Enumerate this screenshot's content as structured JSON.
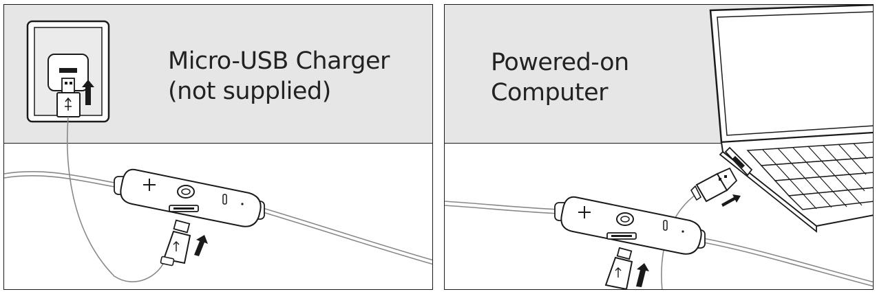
{
  "panels": {
    "left": {
      "label_line1": "Micro-USB Charger",
      "label_line2": "(not supplied)"
    },
    "right": {
      "label_line1": "Powered-on",
      "label_line2": "Computer"
    }
  },
  "colors": {
    "band": "#e6e6e6",
    "line": "#1a1a1a",
    "text": "#222222"
  },
  "icons": [
    "wall-charger-icon",
    "usb-plug-icon",
    "micro-usb-plug-icon",
    "arrow-up-icon",
    "plus-icon",
    "minus-icon",
    "multifunction-button-icon",
    "led-icon",
    "laptop-icon"
  ]
}
